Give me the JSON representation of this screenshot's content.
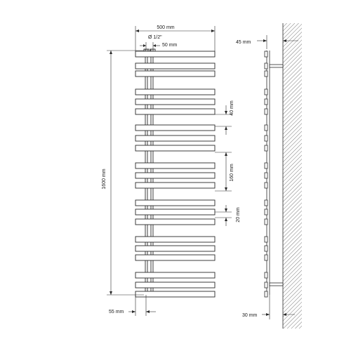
{
  "dimensions": {
    "width": "500 mm",
    "pipe_diameter": "Ø 1/2\"",
    "pipe_spacing": "50 mm",
    "height": "1600 mm",
    "bar_gap": "40 mm",
    "group_height": "160 mm",
    "bar_height": "20 mm",
    "pipe_offset": "55 mm",
    "wall_depth": "45 mm",
    "bracket_depth": "30 mm"
  },
  "colors": {
    "line": "#2a2a2a",
    "wall_hatch": "#7a7a7a"
  }
}
